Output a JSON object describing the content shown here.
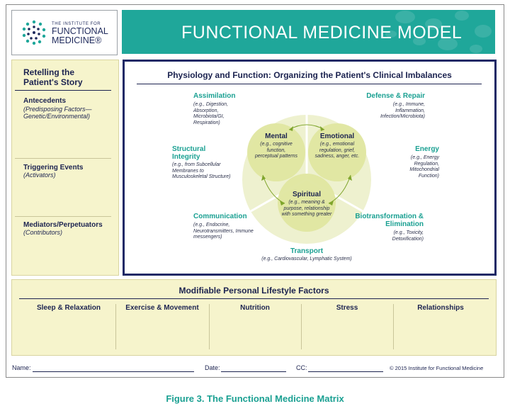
{
  "logo": {
    "line1": "THE INSTITUTE FOR",
    "line2": "FUNCTIONAL",
    "line3": "MEDICINE®"
  },
  "banner": {
    "title": "FUNCTIONAL MEDICINE MODEL"
  },
  "left_panel": {
    "heading": "Retelling the Patient's Story",
    "items": [
      {
        "title": "Antecedents",
        "subtitle": "(Predisposing Factors—Genetic/Environmental)"
      },
      {
        "title": "Triggering Events",
        "subtitle": "(Activators)"
      },
      {
        "title": "Mediators/Perpetuators",
        "subtitle": "(Contributors)"
      }
    ]
  },
  "main": {
    "title": "Physiology and Function: Organizing the Patient's Clinical Imbalances",
    "nodes": {
      "assimilation": {
        "label": "Assimilation",
        "desc": "(e.g., Digestion, Absorption, Microbiota/GI, Respiration)"
      },
      "defense": {
        "label": "Defense & Repair",
        "desc": "(e.g., Immune, Inflammation, Infection/Microbiota)"
      },
      "structural": {
        "label": "Structural Integrity",
        "desc": "(e.g., from Subcellular Membranes to Musculoskeletal Structure)"
      },
      "energy": {
        "label": "Energy",
        "desc": "(e.g., Energy Regulation, Mitochondrial Function)"
      },
      "communication": {
        "label": "Communication",
        "desc": "(e.g., Endocrine, Neurotransmitters, Immune messengers)"
      },
      "biotransformation": {
        "label": "Biotransformation & Elimination",
        "desc": "(e.g., Toxicity, Detoxification)"
      },
      "transport": {
        "label": "Transport",
        "desc": "(e.g., Cardiovascular, Lymphatic System)"
      }
    },
    "circles": {
      "mental": {
        "label": "Mental",
        "desc": "(e.g., cognitive function, perceptual patterns"
      },
      "emotional": {
        "label": "Emotional",
        "desc": "(e.g., emotional regulation, grief, sadness, anger, etc."
      },
      "spiritual": {
        "label": "Spiritual",
        "desc": "(e.g., meaning & purpose, relationship with something greater"
      }
    }
  },
  "lifestyle": {
    "title": "Modifiable Personal Lifestyle Factors",
    "columns": [
      "Sleep & Relaxation",
      "Exercise & Movement",
      "Nutrition",
      "Stress",
      "Relationships"
    ]
  },
  "footer": {
    "name_label": "Name:",
    "date_label": "Date:",
    "cc_label": "CC:",
    "copyright": "© 2015 Institute for Functional Medicine"
  },
  "caption": "Figure 3. The Functional Medicine Matrix",
  "colors": {
    "teal": "#1fa79a",
    "navy": "#1c2966",
    "cream": "#f6f4cc",
    "circle_green": "#dfe6a0",
    "circle_pale": "#eef1cf"
  }
}
